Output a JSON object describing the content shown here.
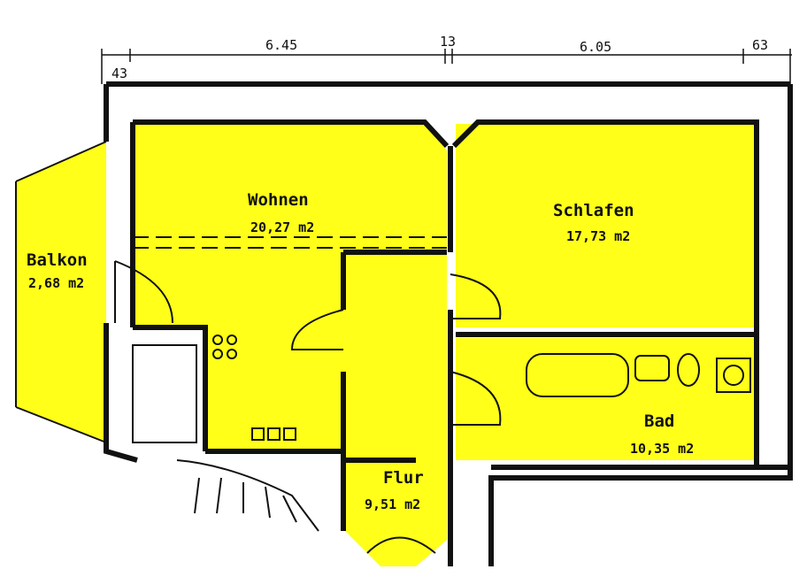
{
  "dimensions": {
    "left_offset": "43",
    "wohnen_width": "6.45",
    "wall_width": "13",
    "schlafen_width": "6.05",
    "right_offset": "63"
  },
  "rooms": {
    "wohnen": {
      "name": "Wohnen",
      "area": "20,27 m2"
    },
    "schlafen": {
      "name": "Schlafen",
      "area": "17,73 m2"
    },
    "balkon": {
      "name": "Balkon",
      "area": "2,68 m2"
    },
    "bad": {
      "name": "Bad",
      "area": "10,35 m2"
    },
    "flur": {
      "name": "Flur",
      "area": "9,51 m2"
    }
  },
  "colors": {
    "room_fill": "#ffff1a",
    "walls": "#111111"
  }
}
